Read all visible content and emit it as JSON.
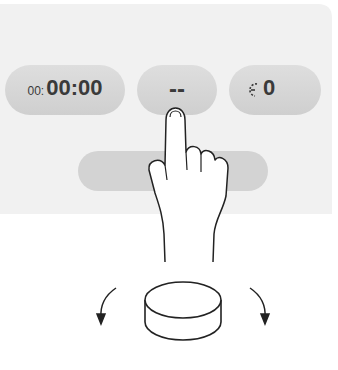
{
  "diagram": {
    "nodes": [
      {
        "text": [
          "00:",
          "00:00"
        ]
      },
      {
        "text": [
          "--"
        ]
      },
      {
        "text": [
          "0"
        ]
      }
    ]
  }
}
